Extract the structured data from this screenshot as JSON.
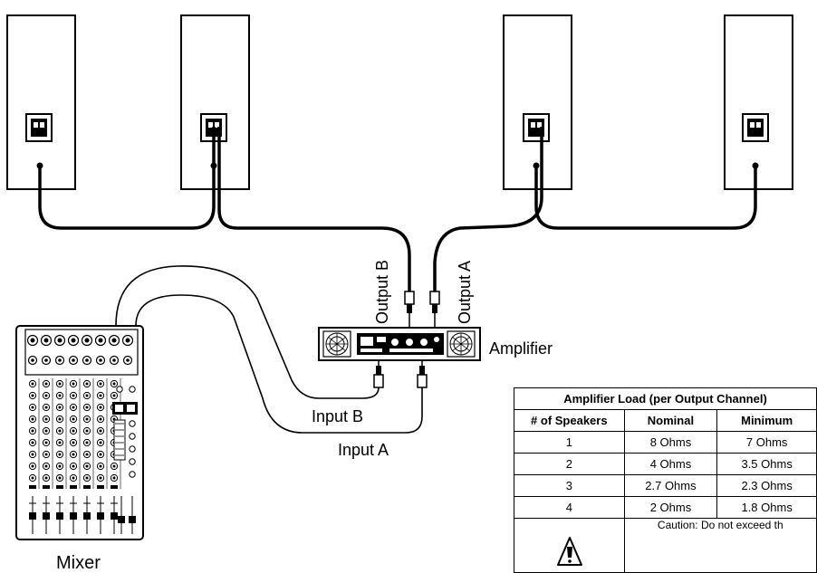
{
  "labels": {
    "output_b": "Output B",
    "output_a": "Output A",
    "amplifier": "Amplifier",
    "input_b": "Input B",
    "input_a": "Input A",
    "mixer": "Mixer"
  },
  "table": {
    "title": "Amplifier Load (per Output Channel)",
    "headers": [
      "# of Speakers",
      "Nominal",
      "Minimum"
    ],
    "rows": [
      [
        "1",
        "8 Ohms",
        "7 Ohms"
      ],
      [
        "2",
        "4 Ohms",
        "3.5 Ohms"
      ],
      [
        "3",
        "2.7 Ohms",
        "2.3 Ohms"
      ],
      [
        "4",
        "2 Ohms",
        "1.8 Ohms"
      ]
    ],
    "caution": "Caution: Do not exceed th"
  }
}
